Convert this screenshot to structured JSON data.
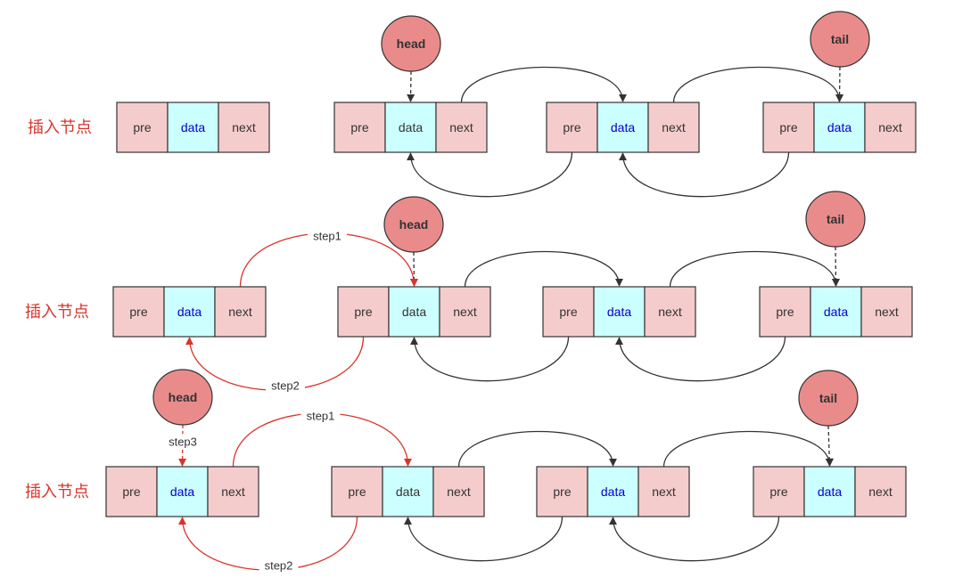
{
  "labels": {
    "row_label": "插入节点",
    "pre": "pre",
    "data": "data",
    "next": "next",
    "head": "head",
    "tail": "tail",
    "step1": "step1",
    "step2": "step2",
    "step3": "step3"
  },
  "colors": {
    "pre_next_fill": "#f5cccc",
    "data_fill": "#ccffff",
    "pointer_fill": "#ea8b8b",
    "red_link": "#d9342b",
    "black_link": "#333333",
    "data_text_blue": "#0000cc"
  },
  "rows": [
    {
      "name": "row-1",
      "new_node_data_blue": true,
      "list_data_blue": [
        false,
        true,
        true
      ],
      "has_steps": false,
      "head_on_new_node": false
    },
    {
      "name": "row-2",
      "new_node_data_blue": true,
      "list_data_blue": [
        false,
        true,
        true
      ],
      "has_steps": true,
      "head_on_new_node": false
    },
    {
      "name": "row-3",
      "new_node_data_blue": true,
      "list_data_blue": [
        false,
        true,
        true
      ],
      "has_steps": true,
      "head_on_new_node": true
    }
  ]
}
